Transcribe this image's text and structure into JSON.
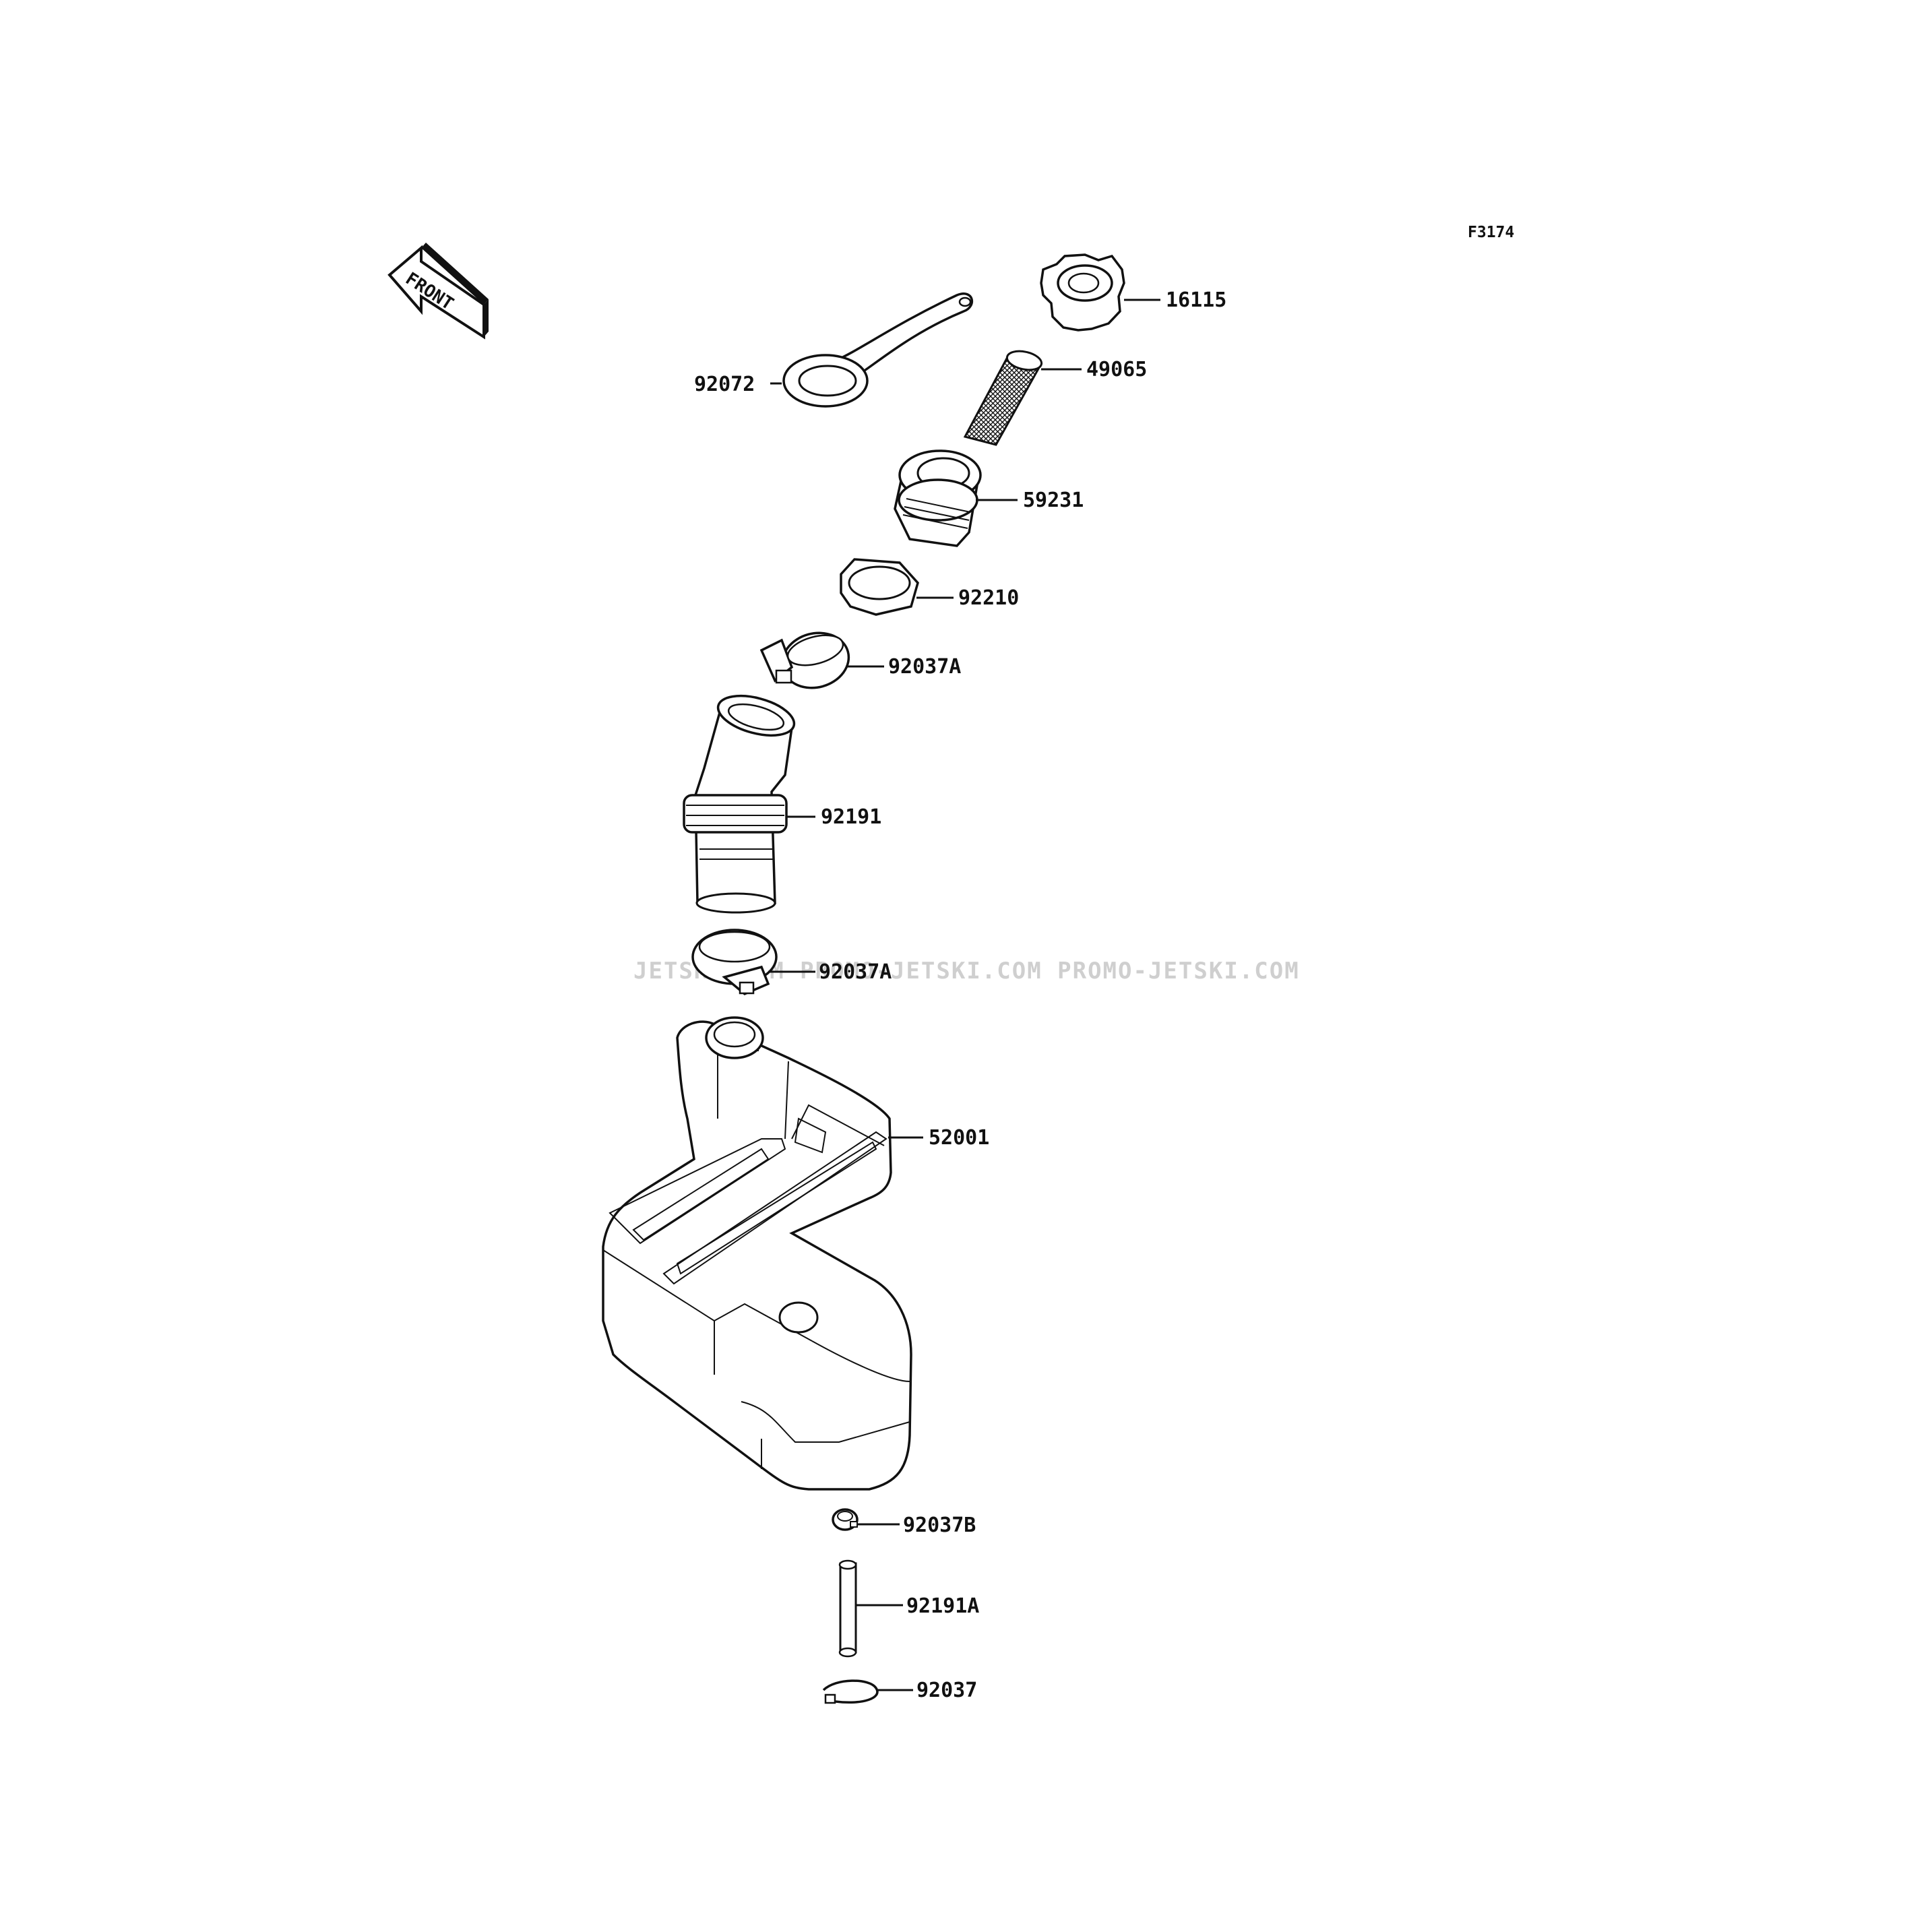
{
  "figure_code": "F3174",
  "front_label": "FRONT",
  "watermark": "JETSKI.COM   PROMO-JETSKI.COM   PROMO-JETSKI.COM",
  "parts": {
    "cap": "16115",
    "filter": "49065",
    "strap": "92072",
    "neck": "59231",
    "nut": "92210",
    "clamp_upper": "92037A",
    "hose": "92191",
    "clamp_lower": "92037A",
    "tank": "52001",
    "clip": "92037B",
    "small_hose": "92191A",
    "small_clamp": "92037"
  }
}
